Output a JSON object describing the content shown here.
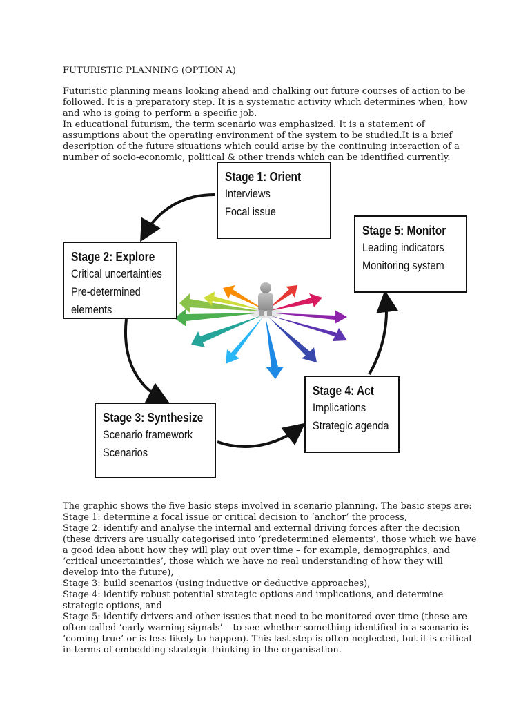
{
  "title": "FUTURISTIC PLANNING (OPTION A)",
  "intro": [
    "Futuristic planning means looking ahead and chalking out future courses of action to be followed. It is a preparatory step. It is a systematic activity which determines when, how and who is going to perform a specific job.",
    "In educational futurism, the term scenario was emphasized. It is a statement of assumptions about the operating environment of the system to be studied.It is a brief description of the future situations which could arise by the continuing interaction of a number  of socio-economic, political & other trends which can be identified currently."
  ],
  "diagram": {
    "stage1": {
      "heading": "Stage 1: Orient",
      "lines": [
        "Interviews",
        "Focal issue"
      ]
    },
    "stage2": {
      "heading": "Stage 2: Explore",
      "lines": [
        "Critical uncertainties",
        "Pre-determined",
        "elements"
      ]
    },
    "stage3": {
      "heading": "Stage 3: Synthesize",
      "lines": [
        "Scenario framework",
        "Scenarios"
      ]
    },
    "stage4": {
      "heading": "Stage 4: Act",
      "lines": [
        "Implications",
        "Strategic agenda"
      ]
    },
    "stage5": {
      "heading": "Stage 5: Monitor",
      "lines": [
        "Leading indicators",
        "Monitoring system"
      ]
    },
    "colors": {
      "arrow": "#111111",
      "box_border": "#111111"
    }
  },
  "outro": [
    "The graphic shows the five basic steps involved in scenario planning. The basic steps are:",
    "Stage 1:  determine a focal issue or critical decision to ‘anchor’ the process,",
    "Stage 2:  identify and analyse the internal and external driving forces after the decision (these drivers are usually categorised into ‘predetermined elements’, those which we have a good idea about how they will play out over time – for example, demographics, and ‘critical uncertainties’, those which we have no real understanding of how they will develop into the future),",
    "Stage 3:  build scenarios (using inductive or deductive approaches),",
    "Stage 4: identify robust potential strategic options and implications, and determine strategic options, and",
    " Stage 5: identify drivers and other issues that need to be monitored over time (these are often called ‘early warning signals’ – to see whether something identified in a scenario is ‘coming true’ or is less likely to happen).  This last step is often neglected, but it is critical in terms of embedding strategic thinking in the organisation."
  ]
}
